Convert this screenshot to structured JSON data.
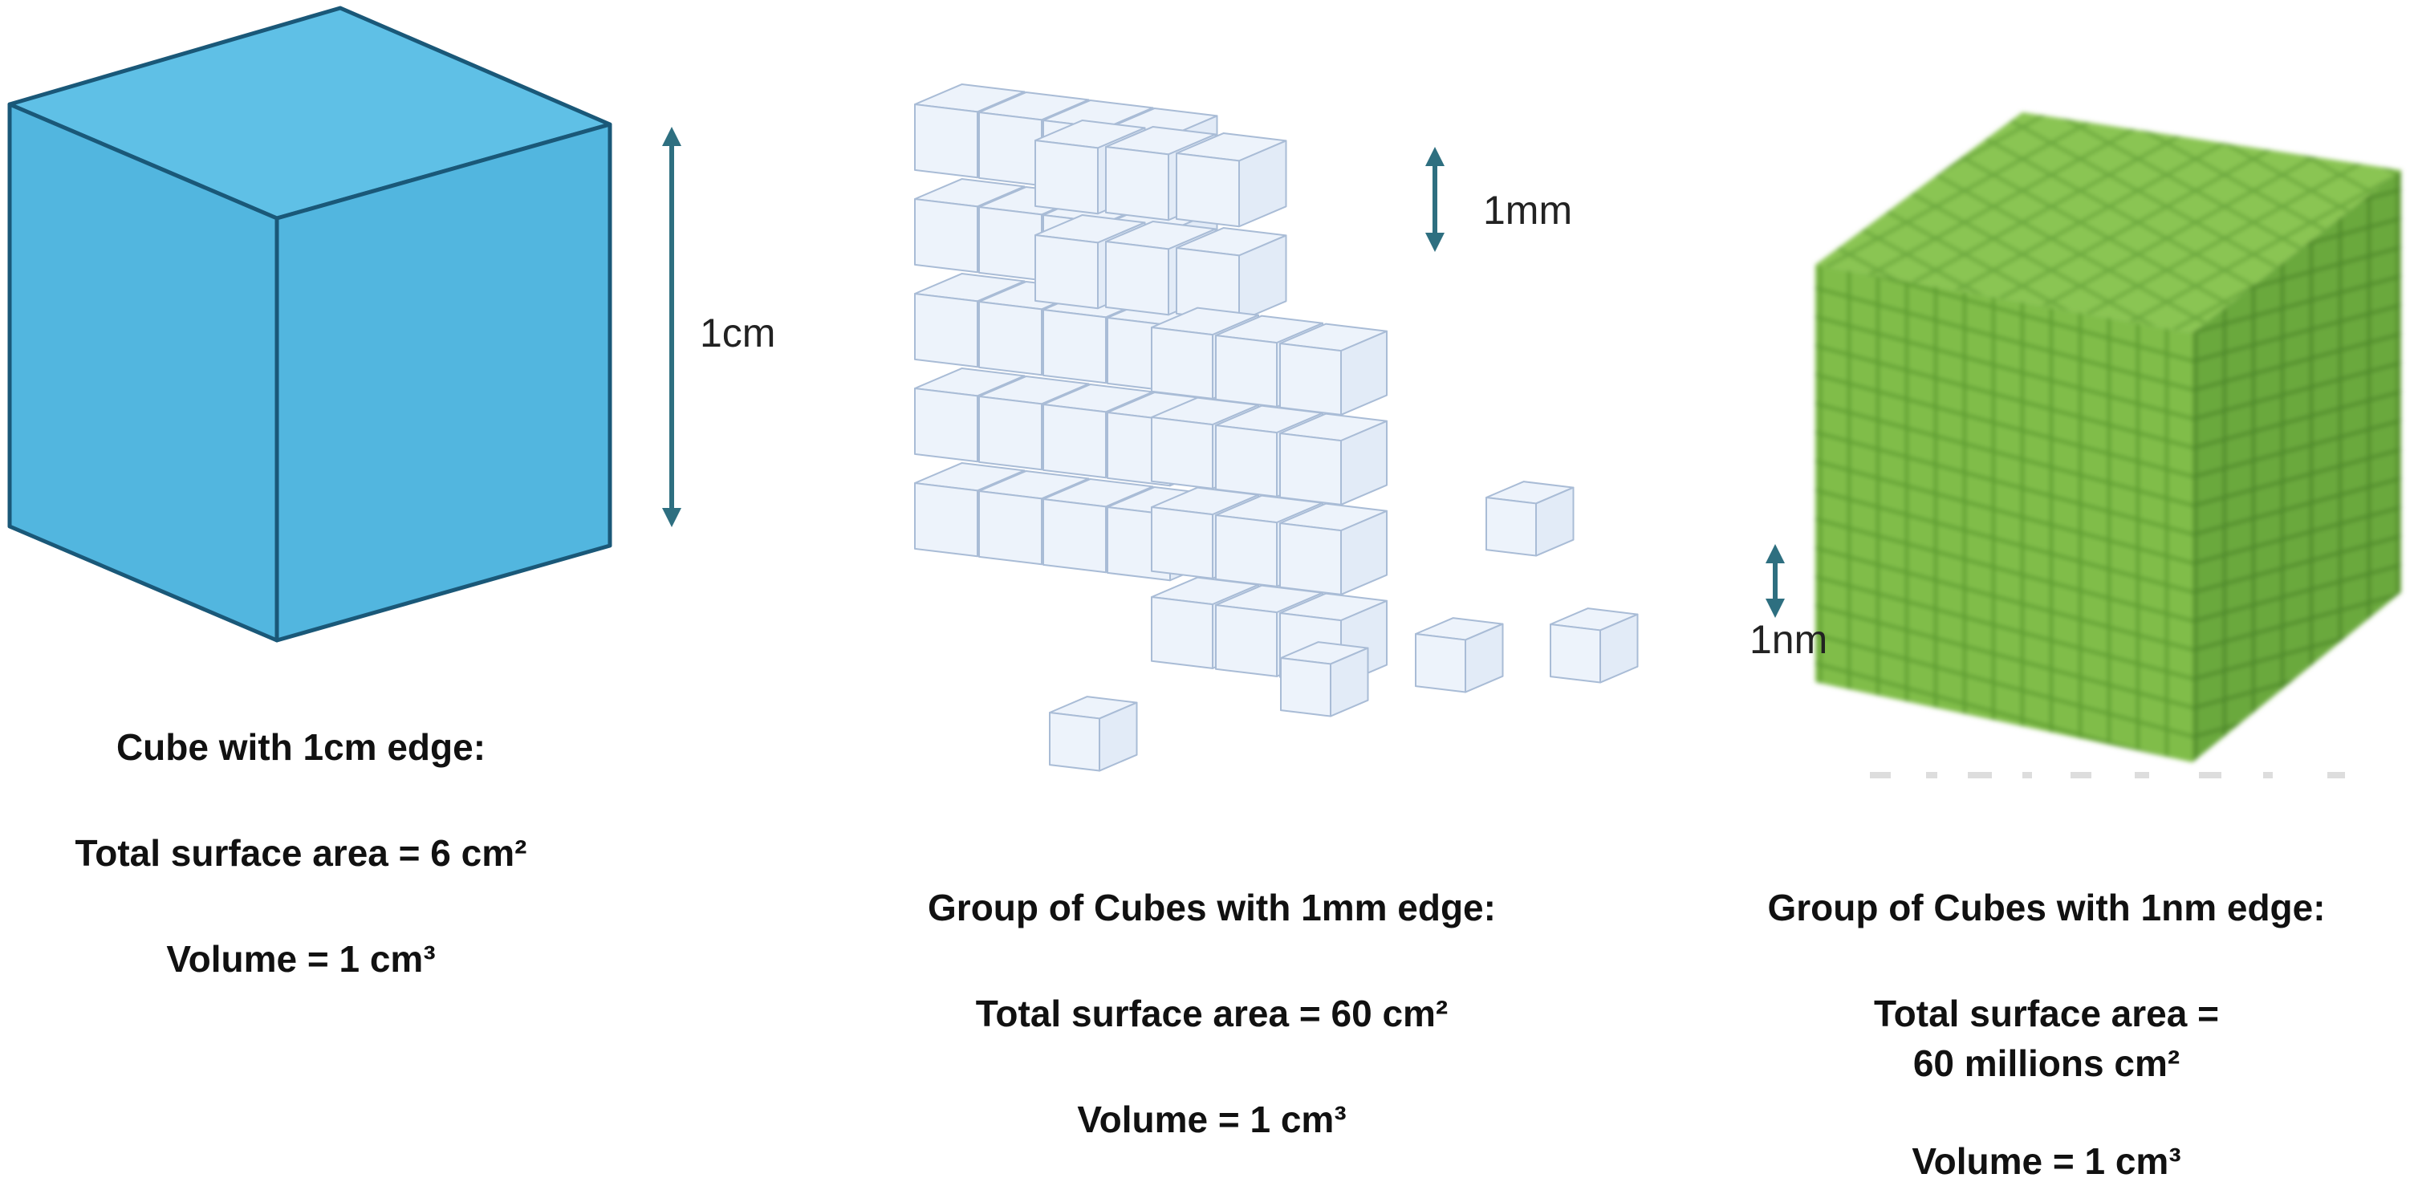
{
  "panels": [
    {
      "dimension": "1cm",
      "heading": "Cube with 1cm edge:",
      "surface_area": "Total surface area = 6 cm²",
      "volume": "Volume = 1 cm³"
    },
    {
      "dimension": "1mm",
      "heading": "Group of Cubes with 1mm edge:",
      "surface_area": "Total surface area = 60 cm²",
      "volume": "Volume = 1 cm³"
    },
    {
      "dimension": "1nm",
      "heading": "Group of Cubes with 1nm edge:",
      "surface_area_line1": "Total surface area =",
      "surface_area_line2": "60 millions cm²",
      "volume": "Volume = 1 cm³"
    }
  ],
  "colors": {
    "big_cube_face": "#52b6df",
    "big_cube_edge": "#1a5878",
    "small_cube_face": "#edf3fb",
    "small_cube_edge": "#a9bcd6",
    "nano_cube_light": "#7dbd45",
    "nano_cube_dark": "#5a9a30",
    "arrow": "#2e6f80"
  }
}
